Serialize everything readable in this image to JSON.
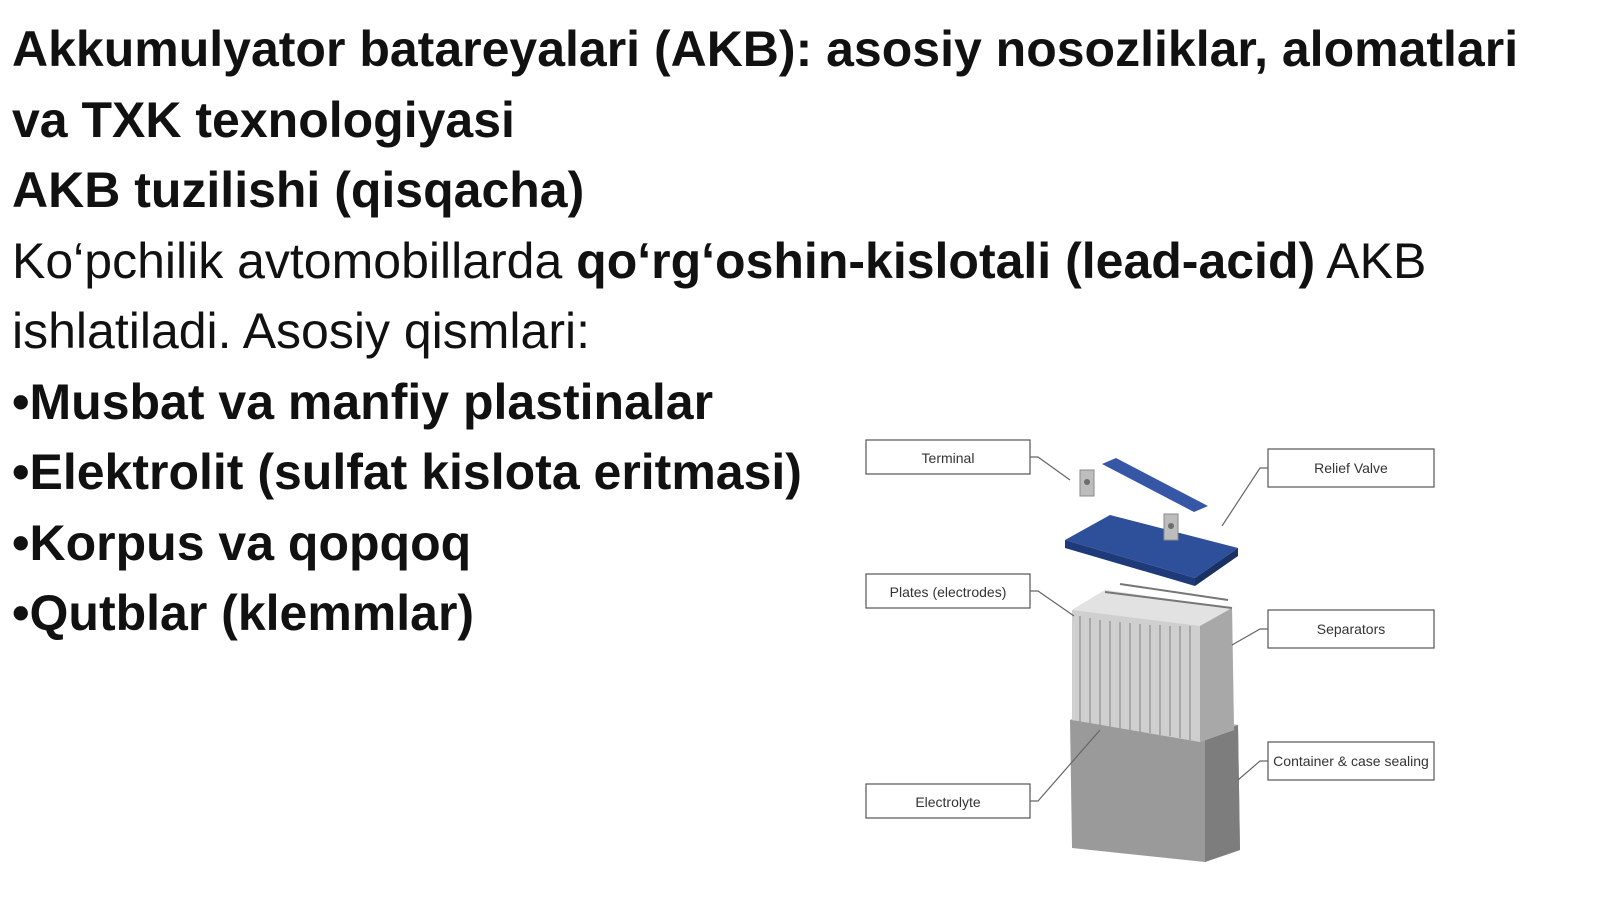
{
  "slide": {
    "title_line1": "Akkumulyator batareyalari (AKB): asosiy nosozliklar, alomatlari",
    "title_line2": "va TXK texnologiyasi",
    "subtitle": "AKB tuzilishi (qisqacha)",
    "intro_before": "Ko‘pchilik avtomobillarda ",
    "intro_bold": "qo‘rg‘oshin-kislotali (lead-acid)",
    "intro_after": " AKB ishlatiladi. Asosiy qismlari:",
    "bullets": [
      "•Musbat va manfiy plastinalar",
      "•Elektrolit (sulfat kislota eritmasi)",
      "•Korpus va qopqoq",
      "•Qutblar (klemmlar)"
    ]
  },
  "diagram": {
    "labels": {
      "terminal": "Terminal",
      "relief_valve": "Relief Valve",
      "plates": "Plates (electrodes)",
      "separators": "Separators",
      "container": "Container & case sealing",
      "electrolyte": "Electrolyte"
    },
    "colors": {
      "lid": "#2e4f9a",
      "lid_dark": "#1f3a78",
      "plates": "#c9c9c9",
      "container": "#9a9a9a"
    }
  }
}
